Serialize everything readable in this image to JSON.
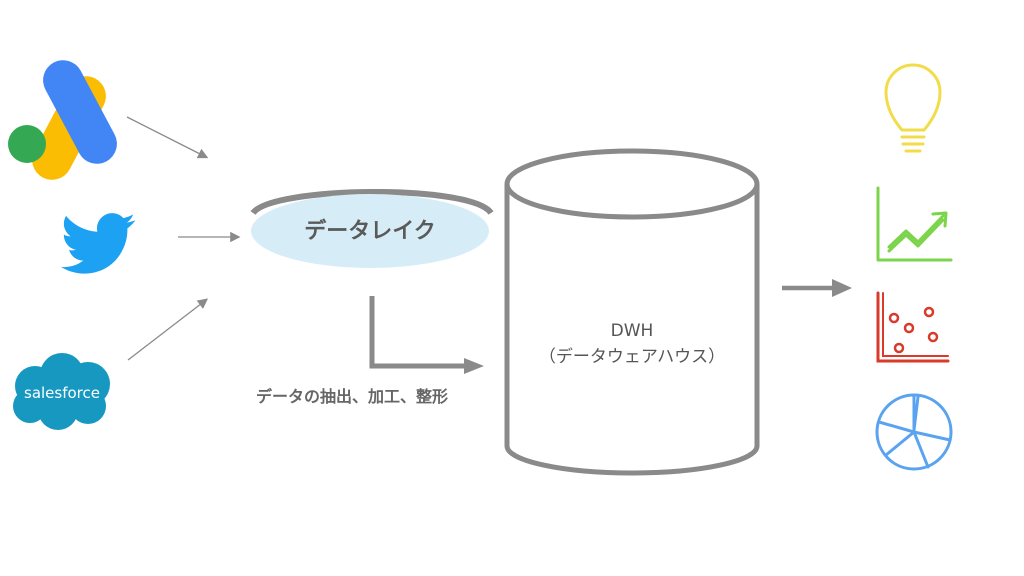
{
  "sources": [
    {
      "name": "google-ads",
      "icon": "google-ads-icon"
    },
    {
      "name": "twitter",
      "icon": "twitter-bird-icon"
    },
    {
      "name": "salesforce",
      "icon": "salesforce-cloud-icon",
      "label": "salesforce"
    }
  ],
  "data_lake": {
    "label": "データレイク"
  },
  "etl": {
    "label": "データの抽出、加工、整形"
  },
  "dwh": {
    "line1": "DWH",
    "line2": "（データウェアハウス）"
  },
  "outputs": [
    {
      "name": "insight",
      "icon": "lightbulb-icon",
      "color": "#f2dc4a"
    },
    {
      "name": "trend",
      "icon": "line-chart-icon",
      "color": "#7bd44a"
    },
    {
      "name": "scatter",
      "icon": "scatter-plot-icon",
      "color": "#d93a2a"
    },
    {
      "name": "share",
      "icon": "pie-chart-icon",
      "color": "#5aa3f0"
    }
  ],
  "colors": {
    "google_blue": "#4285f4",
    "google_yellow": "#fbbc04",
    "google_green": "#34a853",
    "twitter_blue": "#1da1f2",
    "salesforce_blue": "#1798c1",
    "lake_fill": "#d6edf7",
    "gray": "#8a8a8a"
  }
}
